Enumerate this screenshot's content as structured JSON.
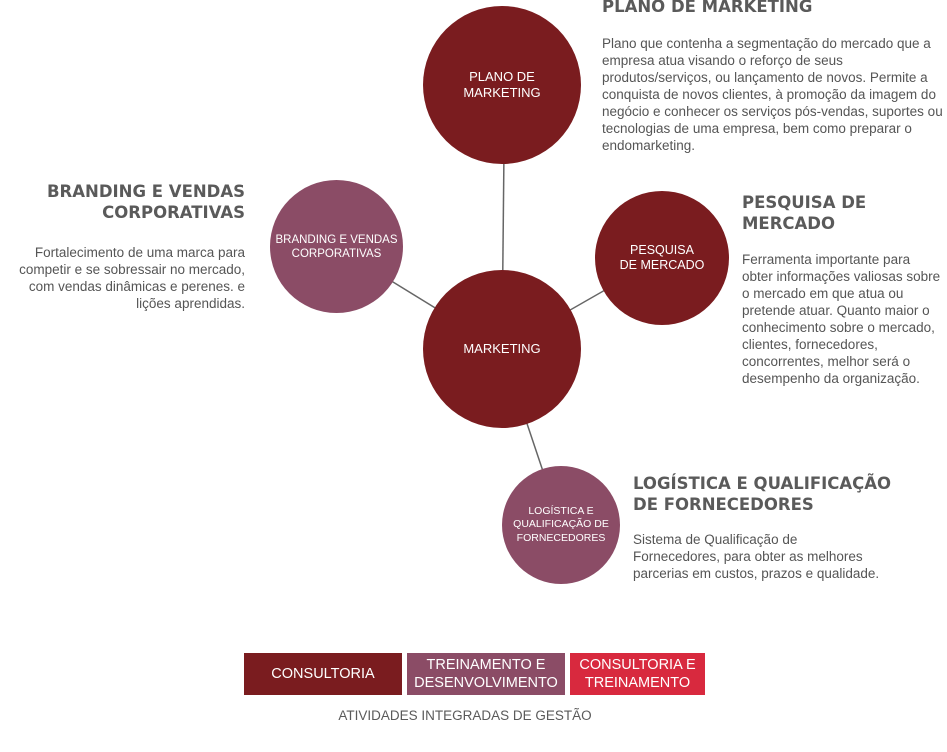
{
  "colors": {
    "consultoria": "#7a1c1f",
    "treinamento": "#8b4c66",
    "consultoria_treinamento": "#d8293e"
  },
  "nodes": {
    "marketing": "MARKETING",
    "plano": "PLANO DE\nMARKETING",
    "branding": "BRANDING E VENDAS\nCORPORATIVAS",
    "pesquisa": "PESQUISA\nDE MERCADO",
    "logistica": "LOGÍSTICA E\nQUALIFICAÇÃO DE\nFORNECEDORES"
  },
  "details": {
    "plano": {
      "title": "PLANO DE MARKETING",
      "text": "Plano que contenha a segmentação do mercado que a\nempresa atua visando o reforço de seus\nprodutos/serviços, ou lançamento de novos. Permite a\nconquista de novos clientes, à promoção da imagem do\nnegócio e conhecer os serviços pós-vendas, suportes ou\ntecnologias de uma empresa, bem como preparar o\nendomarketing."
    },
    "branding": {
      "title": "BRANDING E VENDAS\nCORPORATIVAS",
      "text": "Fortalecimento de uma marca para\ncompetir e se sobressair no mercado,\ncom vendas dinâmicas e perenes.  e\nlições aprendidas."
    },
    "pesquisa": {
      "title": "PESQUISA DE\nMERCADO",
      "text": "Ferramenta importante para\nobter informações valiosas sobre\no mercado em que atua ou\npretende atuar. Quanto maior o\nconhecimento sobre o mercado,\nclientes, fornecedores,\nconcorrentes, melhor será o\ndesempenho da organização."
    },
    "logistica": {
      "title": "LOGÍSTICA E QUALIFICAÇÃO\nDE FORNECEDORES",
      "text": "Sistema de Qualificação de\nFornecedores, para obter as melhores\nparcerias em custos, prazos e qualidade."
    }
  },
  "legend": {
    "items": [
      {
        "label": "CONSULTORIA"
      },
      {
        "label": "TREINAMENTO E\nDESENVOLVIMENTO"
      },
      {
        "label": "CONSULTORIA E\nTREINAMENTO"
      }
    ],
    "caption": "ATIVIDADES INTEGRADAS DE GESTÃO"
  }
}
